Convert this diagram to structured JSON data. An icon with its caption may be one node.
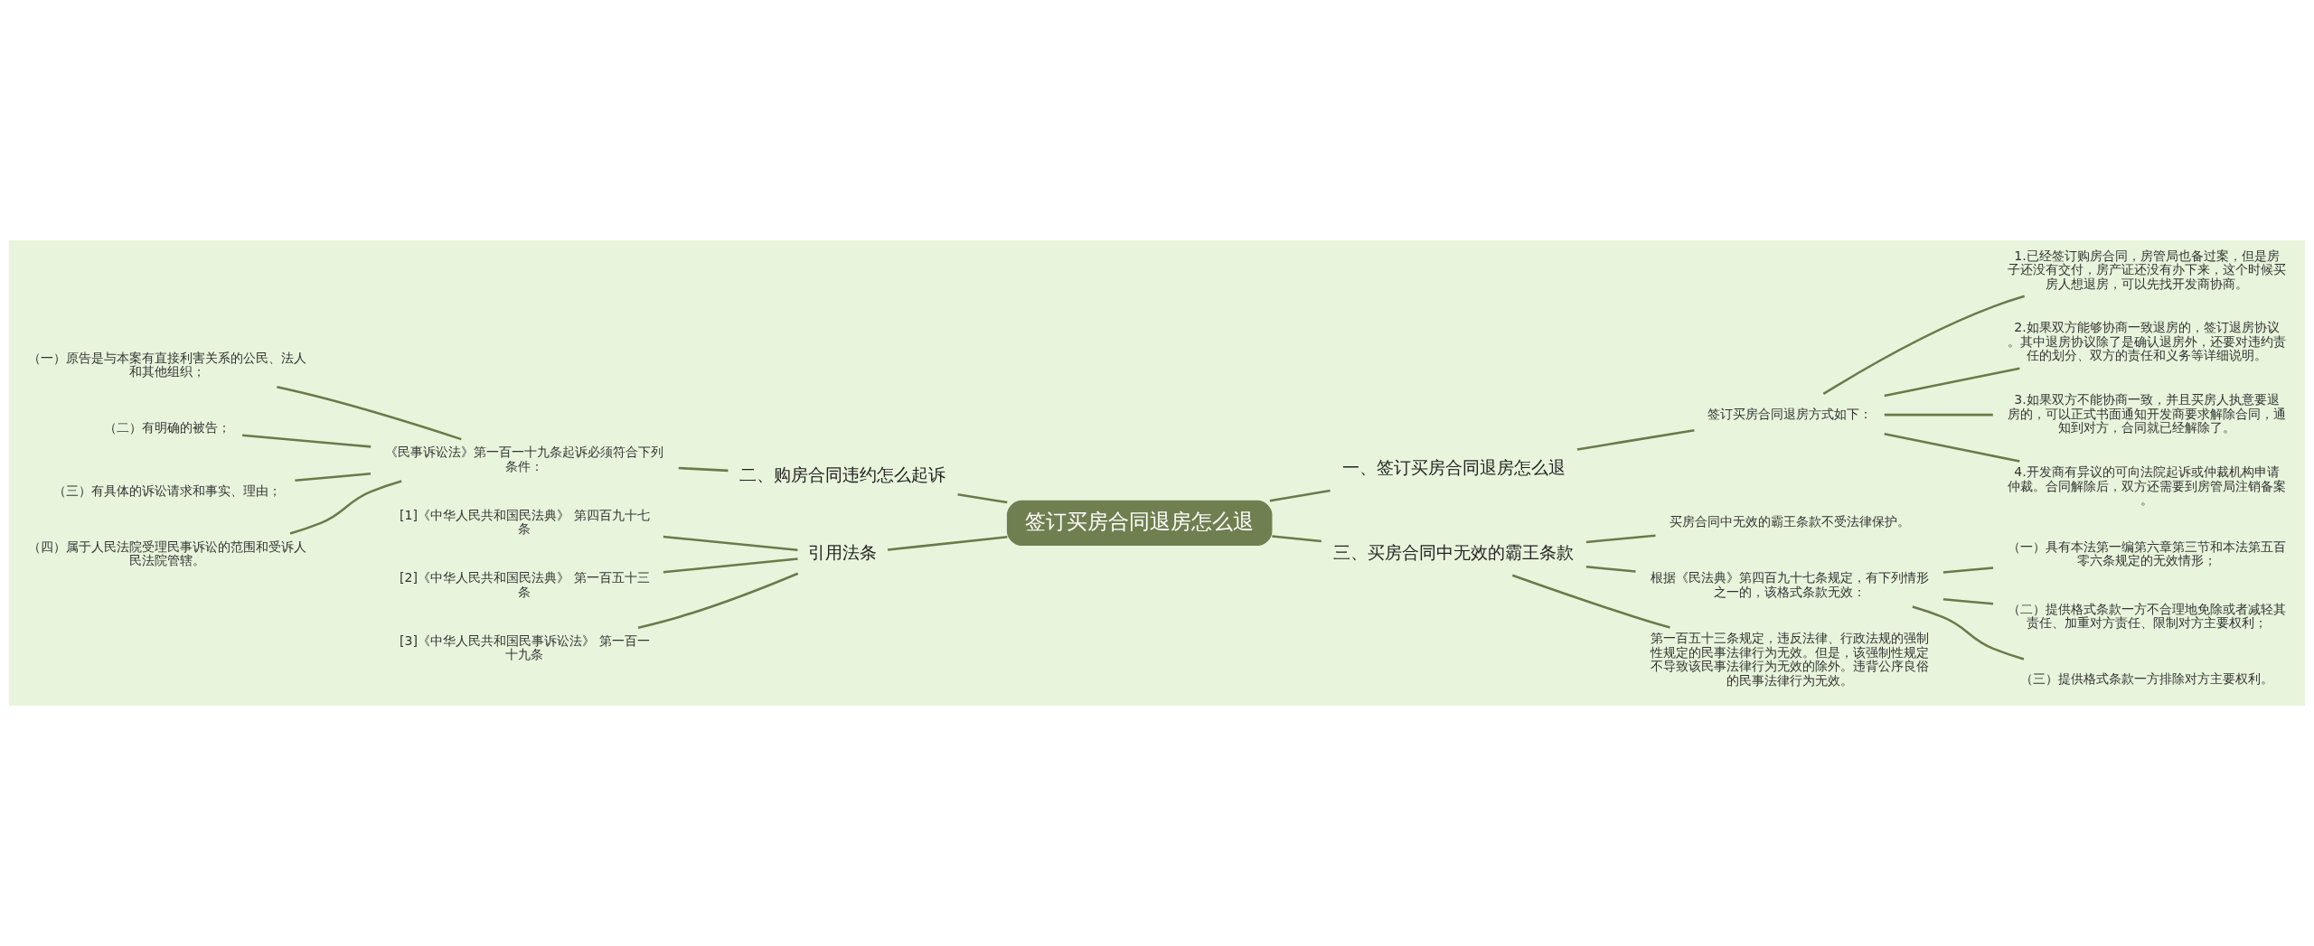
{
  "diagram": {
    "nodes": [
      {
        "text": [
          "签订买房合同退房怎么退"
        ]
      },
      {
        "text": [
          "一、签订买房合同退房怎么退"
        ]
      },
      {
        "text": [
          "签订买房合同退房方式如下："
        ]
      },
      {
        "text": [
          "1.已经签订购房合同，房管局也备过案，但是房子还没有交付，房产证还没有办下来，这个时候买房人想退房，可以先找开发商协商。"
        ]
      },
      {
        "text": [
          "2.如果双方能够协商一致退房的，签订退房协议。其中退房协议除了是确认退房外，还要对违约责任的划分、双方的责任和义务等详细说明。"
        ]
      },
      {
        "text": [
          "3.如果双方不能协商一致，并且买房人执意要退房的，可以正式书面通知开发商要求解除合同，通知到对方，合同就已经解除了。"
        ]
      },
      {
        "text": [
          "4.开发商有异议的可向法院起诉或仲裁机构申请仲裁。合同解除后，双方还需要到房管局注销备案。"
        ]
      },
      {
        "text": [
          "二、购房合同违约怎么起诉"
        ]
      },
      {
        "text": [
          "《民事诉讼法》第一百一十九条起诉必须符合下列条件："
        ]
      },
      {
        "text": [
          "（一）原告是与本案有直接利害关系的公民、法人和其他组织；"
        ]
      },
      {
        "text": [
          "（二）有明确的被告；"
        ]
      },
      {
        "text": [
          "（三）有具体的诉讼请求和事实、理由；"
        ]
      },
      {
        "text": [
          "（四）属于人民法院受理民事诉讼的范围和受诉人民法院管辖。"
        ]
      },
      {
        "text": [
          "引用法条"
        ]
      },
      {
        "text": [
          "[1]《中华人民共和国民法典》 第四百九十七条"
        ]
      },
      {
        "text": [
          "[2]《中华人民共和国民法典》 第一百五十三条"
        ]
      },
      {
        "text": [
          "[3]《中华人民共和国民事诉讼法》 第一百一十九条"
        ]
      },
      {
        "text": [
          "三、买房合同中无效的霸王条款"
        ]
      },
      {
        "text": [
          "买房合同中无效的霸王条款不受法律保护。"
        ]
      },
      {
        "text": [
          "根据《民法典》第四百九十七条规定，有下列情形之一的，该格式条款无效："
        ]
      },
      {
        "text": [
          "（一）具有本法第一编第六章第三节和本法第五百零六条规定的无效情形；"
        ]
      },
      {
        "text": [
          "（二）提供格式条款一方不合理地免除或者减轻其责任、加重对方责任、限制对方主要权利；"
        ]
      },
      {
        "text": [
          "（三）提供格式条款一方排除对方主要权利。"
        ]
      },
      {
        "text": [
          "第一百五十三条规定，违反法律、行政法规的强制性规定的民事法律行为无效。但是，该强制性规定不导致该民事法律行为无效的除外。违背公序良俗的民事法律行为无效。"
        ]
      }
    ],
    "edges": [
      {
        "from": 0,
        "to": 1,
        "arrow": "none"
      },
      {
        "from": 1,
        "to": 2,
        "arrow": "none"
      },
      {
        "from": 2,
        "to": 3,
        "arrow": "none"
      },
      {
        "from": 2,
        "to": 4,
        "arrow": "none"
      },
      {
        "from": 2,
        "to": 5,
        "arrow": "none"
      },
      {
        "from": 2,
        "to": 6,
        "arrow": "none"
      },
      {
        "from": 0,
        "to": 7,
        "arrow": "none"
      },
      {
        "from": 7,
        "to": 8,
        "arrow": "none"
      },
      {
        "from": 8,
        "to": 9,
        "arrow": "none"
      },
      {
        "from": 8,
        "to": 10,
        "arrow": "none"
      },
      {
        "from": 8,
        "to": 11,
        "arrow": "none"
      },
      {
        "from": 8,
        "to": 12,
        "arrow": "none"
      },
      {
        "from": 0,
        "to": 13,
        "arrow": "none"
      },
      {
        "from": 13,
        "to": 14,
        "arrow": "none"
      },
      {
        "from": 13,
        "to": 15,
        "arrow": "none"
      },
      {
        "from": 13,
        "to": 16,
        "arrow": "none"
      },
      {
        "from": 0,
        "to": 17,
        "arrow": "none"
      },
      {
        "from": 17,
        "to": 18,
        "arrow": "none"
      },
      {
        "from": 17,
        "to": 19,
        "arrow": "none"
      },
      {
        "from": 19,
        "to": 20,
        "arrow": "none"
      },
      {
        "from": 19,
        "to": 21,
        "arrow": "none"
      },
      {
        "from": 19,
        "to": 22,
        "arrow": "none"
      },
      {
        "from": 17,
        "to": 23,
        "arrow": "none"
      }
    ]
  }
}
